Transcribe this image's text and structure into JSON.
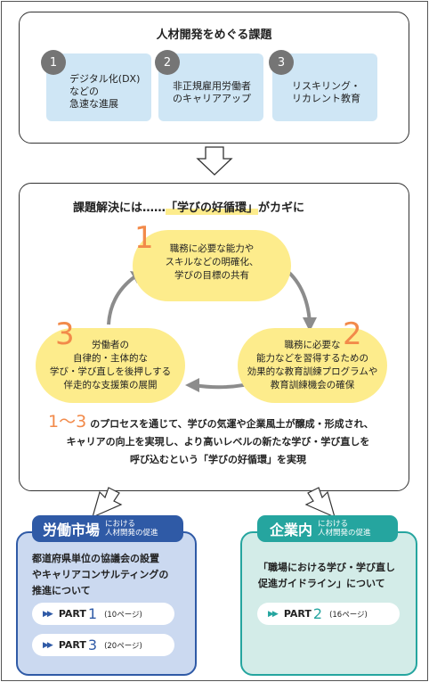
{
  "challenges": {
    "title": "人材開発をめぐる課題",
    "items": [
      {
        "num": "1",
        "text": "デジタル化(DX)\nなどの\n急速な進展"
      },
      {
        "num": "2",
        "text": "非正規雇用労働者\nのキャリアアップ"
      },
      {
        "num": "3",
        "text": "リスキリング・\nリカレント教育"
      }
    ]
  },
  "cycle": {
    "title_prefix": "課題解決には……",
    "title_highlight": "「学びの好循環」",
    "title_suffix": "がカギに",
    "steps": [
      {
        "num": "1",
        "text": "職務に必要な能力や\nスキルなどの明確化、\n学びの目標の共有"
      },
      {
        "num": "2",
        "text": "職務に必要な\n能力などを習得するための\n効果的な教育訓練プログラムや\n教育訓練機会の確保"
      },
      {
        "num": "3",
        "text": "労働者の\n自律的・主体的な\n学び・学び直しを後押しする\n伴走的な支援策の展開"
      }
    ],
    "summary_range": "1～3",
    "summary_line1": "のプロセスを通じて、学びの気運や企業風土が醸成・形成され、",
    "summary_line2": "キャリアの向上を実現し、より高いレベルの新たな学び・学び直しを",
    "summary_line3": "呼び込むという「学びの好循環」を実現"
  },
  "labor_market": {
    "tab_main": "労働市場",
    "tab_sub": "における\n人材開発の促進",
    "description": "都道府県単位の協議会の設置\nやキャリアコンサルティングの\n推進について",
    "links": [
      {
        "part": "PART",
        "num": "1",
        "pages": "(10ページ)"
      },
      {
        "part": "PART",
        "num": "3",
        "pages": "(20ページ)"
      }
    ]
  },
  "company": {
    "tab_main": "企業内",
    "tab_sub": "における\n人材開発の促進",
    "description": "「職場における学び・学び直し\n促進ガイドライン」について",
    "links": [
      {
        "part": "PART",
        "num": "2",
        "pages": "(16ページ)"
      }
    ]
  },
  "colors": {
    "challenge_fill": "#cfe6f5",
    "step_fill": "#fdec8c",
    "accent_orange": "#f28a4a",
    "labor_blue": "#2f5aa6",
    "labor_fill": "#cbd9f0",
    "company_teal": "#25a59f",
    "company_fill": "#d3ece8"
  }
}
